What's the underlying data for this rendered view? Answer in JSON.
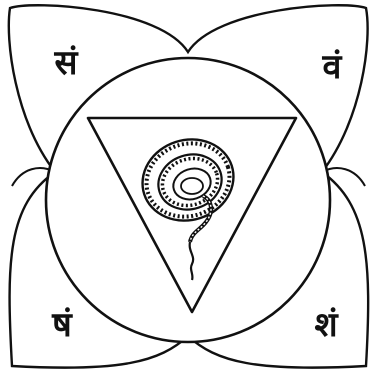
{
  "petals": {
    "top_left": "सं",
    "top_right": "वं",
    "bottom_left": "षं",
    "bottom_right": "शं"
  },
  "colors": {
    "ink": "#111111",
    "paper": "#ffffff"
  }
}
